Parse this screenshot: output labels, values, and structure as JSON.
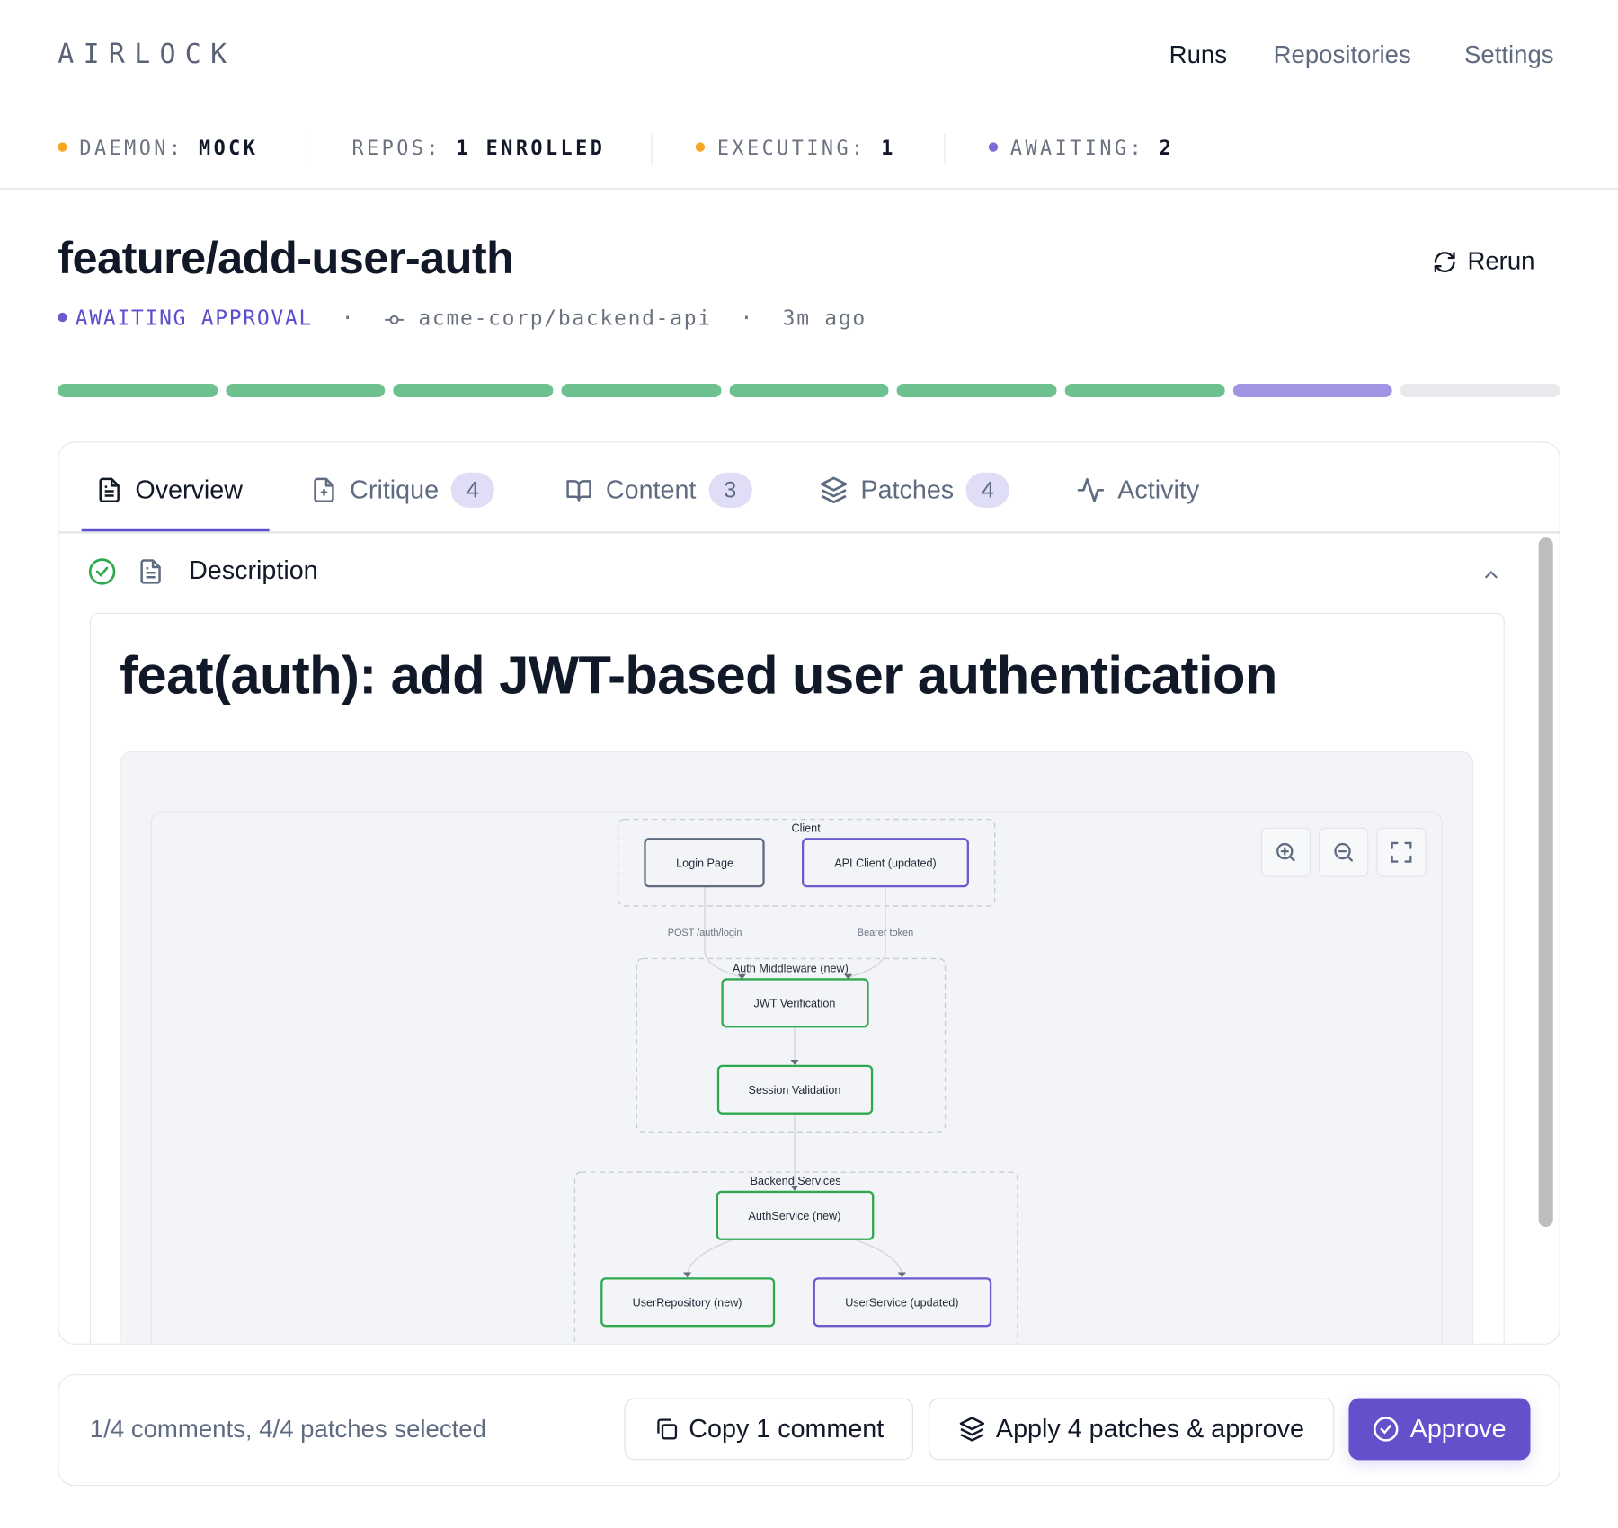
{
  "app": {
    "logo": "AIRLOCK"
  },
  "nav": {
    "items": [
      {
        "label": "Runs",
        "active": true
      },
      {
        "label": "Repositories"
      },
      {
        "label": "Settings"
      }
    ]
  },
  "status": {
    "daemon_label": "DAEMON:",
    "daemon_value": "MOCK",
    "repos_label": "REPOS:",
    "repos_value": "1 ENROLLED",
    "executing_label": "EXECUTING:",
    "executing_value": "1",
    "awaiting_label": "AWAITING:",
    "awaiting_value": "2",
    "colors": {
      "daemon": "#f5a623",
      "executing": "#f5a623",
      "awaiting": "#7a6bd8"
    }
  },
  "run": {
    "title": "feature/add-user-auth",
    "rerun_label": "Rerun",
    "state": "AWAITING APPROVAL",
    "repo": "acme-corp/backend-api",
    "age": "3m ago",
    "sep": "·",
    "progress": {
      "total_steps": 9,
      "completed": 7,
      "current": 1,
      "pending": 1,
      "colors": {
        "done": "#6cc18f",
        "current": "#a195e3",
        "pending": "#e8e9ed"
      }
    }
  },
  "tabs": [
    {
      "label": "Overview",
      "icon": "file-text-icon",
      "active": true
    },
    {
      "label": "Critique",
      "icon": "file-plus-icon",
      "count": "4"
    },
    {
      "label": "Content",
      "icon": "book-open-icon",
      "count": "3"
    },
    {
      "label": "Patches",
      "icon": "layers-icon",
      "count": "4"
    },
    {
      "label": "Activity",
      "icon": "activity-icon"
    }
  ],
  "description": {
    "section_label": "Description",
    "heading": "feat(auth): add JWT-based user authentication",
    "diagram": {
      "groups": {
        "client": "Client",
        "auth": "Auth Middleware (new)",
        "backend": "Backend Services"
      },
      "nodes": {
        "login": "Login Page",
        "api": "API Client (updated)",
        "jwt": "JWT Verification",
        "session": "Session Validation",
        "authsvc": "AuthService (new)",
        "userrepo": "UserRepository (new)",
        "usersvc": "UserService (updated)"
      },
      "edges": {
        "login_label": "POST /auth/login",
        "api_label": "Bearer token"
      },
      "colors": {
        "new": "#2fa84f",
        "updated": "#6a5acd",
        "existing": "#5f6b80"
      }
    }
  },
  "footer": {
    "selection": "1/4 comments, 4/4 patches selected",
    "copy_label": "Copy 1 comment",
    "apply_label": "Apply 4 patches & approve",
    "approve_label": "Approve",
    "accent": "#6550cc"
  }
}
